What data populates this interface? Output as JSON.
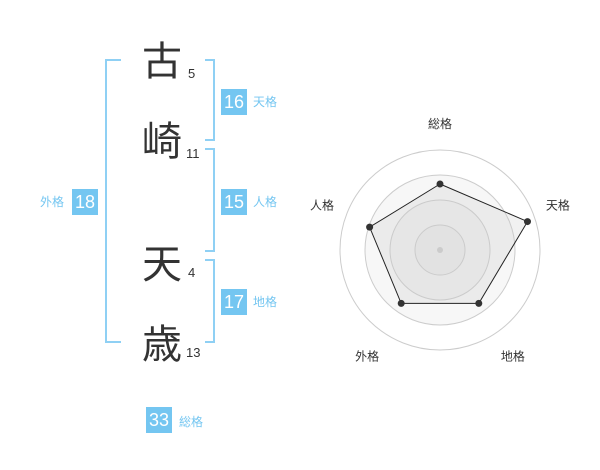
{
  "name_chars": [
    {
      "char": "古",
      "strokes": "5"
    },
    {
      "char": "崎",
      "strokes": "11"
    },
    {
      "char": "天",
      "strokes": "4"
    },
    {
      "char": "歳",
      "strokes": "13"
    }
  ],
  "fortunes": {
    "tenkaku": {
      "value": "16",
      "label": "天格"
    },
    "jinkaku": {
      "value": "15",
      "label": "人格"
    },
    "chikaku": {
      "value": "17",
      "label": "地格"
    },
    "gaikaku": {
      "value": "18",
      "label": "外格"
    },
    "soukaku": {
      "value": "33",
      "label": "総格"
    }
  },
  "colors": {
    "accent": "#74c6f1",
    "bracket": "#8fd0f4",
    "text": "#333333"
  },
  "chart_data": {
    "type": "radar",
    "axes": [
      "総格",
      "天格",
      "地格",
      "外格",
      "人格"
    ],
    "values": [
      3.3,
      4.6,
      3.3,
      3.3,
      3.7
    ],
    "max": 5,
    "rings": 4
  }
}
